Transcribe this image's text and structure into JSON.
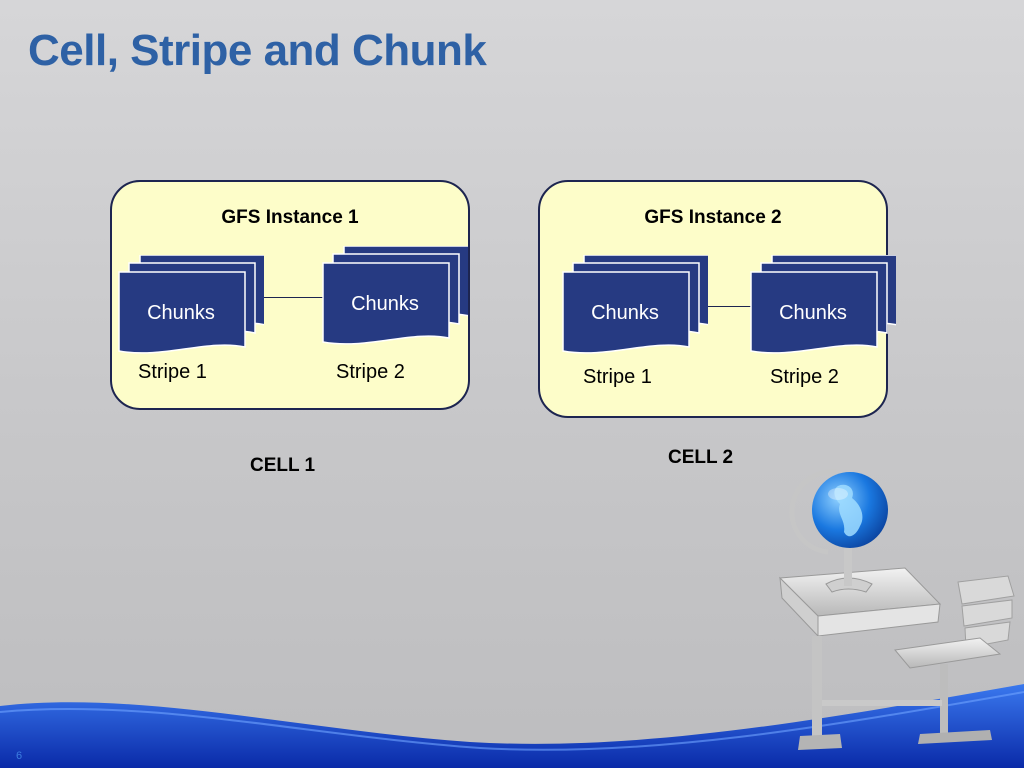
{
  "slide": {
    "title": "Cell, Stripe and Chunk",
    "page_number": "6"
  },
  "cells": [
    {
      "instance_title": "GFS Instance 1",
      "cell_label": "CELL 1",
      "stripes": [
        {
          "chunk_label": "Chunks",
          "stripe_label": "Stripe 1"
        },
        {
          "chunk_label": "Chunks",
          "stripe_label": "Stripe 2"
        }
      ]
    },
    {
      "instance_title": "GFS Instance 2",
      "cell_label": "CELL 2",
      "stripes": [
        {
          "chunk_label": "Chunks",
          "stripe_label": "Stripe 1"
        },
        {
          "chunk_label": "Chunks",
          "stripe_label": "Stripe 2"
        }
      ]
    }
  ],
  "colors": {
    "title": "#2e61a5",
    "instance_fill": "#fdfdc9",
    "instance_border": "#1d2550",
    "chunk_fill": "#263a82",
    "wave": "#1848c8"
  },
  "decorations": {
    "illustration": "globe-on-school-desk-icon"
  }
}
